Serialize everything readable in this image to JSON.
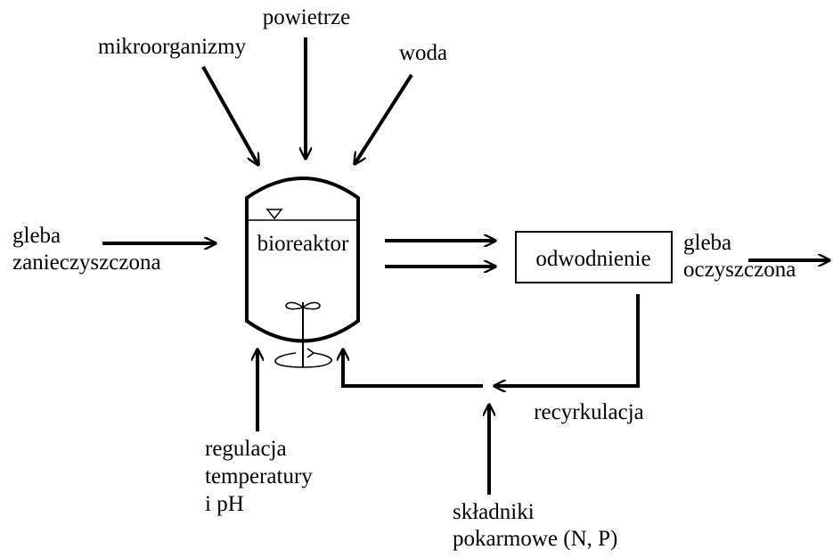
{
  "labels": {
    "powietrze": "powietrze",
    "mikroorganizmy": "mikroorganizmy",
    "woda": "woda",
    "gleba_in_line1": "gleba",
    "gleba_in_line2": "zanieczyszczona",
    "bioreaktor": "bioreaktor",
    "odwodnienie": "odwodnienie",
    "gleba_out_line1": "gleba",
    "gleba_out_line2": "oczyszczona",
    "recyrkulacja": "recyrkulacja",
    "regulacja_line1": "regulacja",
    "regulacja_line2": "temperatury",
    "regulacja_line3": "i pH",
    "skladniki_line1": "składniki",
    "skladniki_line2": "pokarmowe (N, P)"
  },
  "colors": {
    "stroke": "#000000",
    "background": "#ffffff"
  }
}
